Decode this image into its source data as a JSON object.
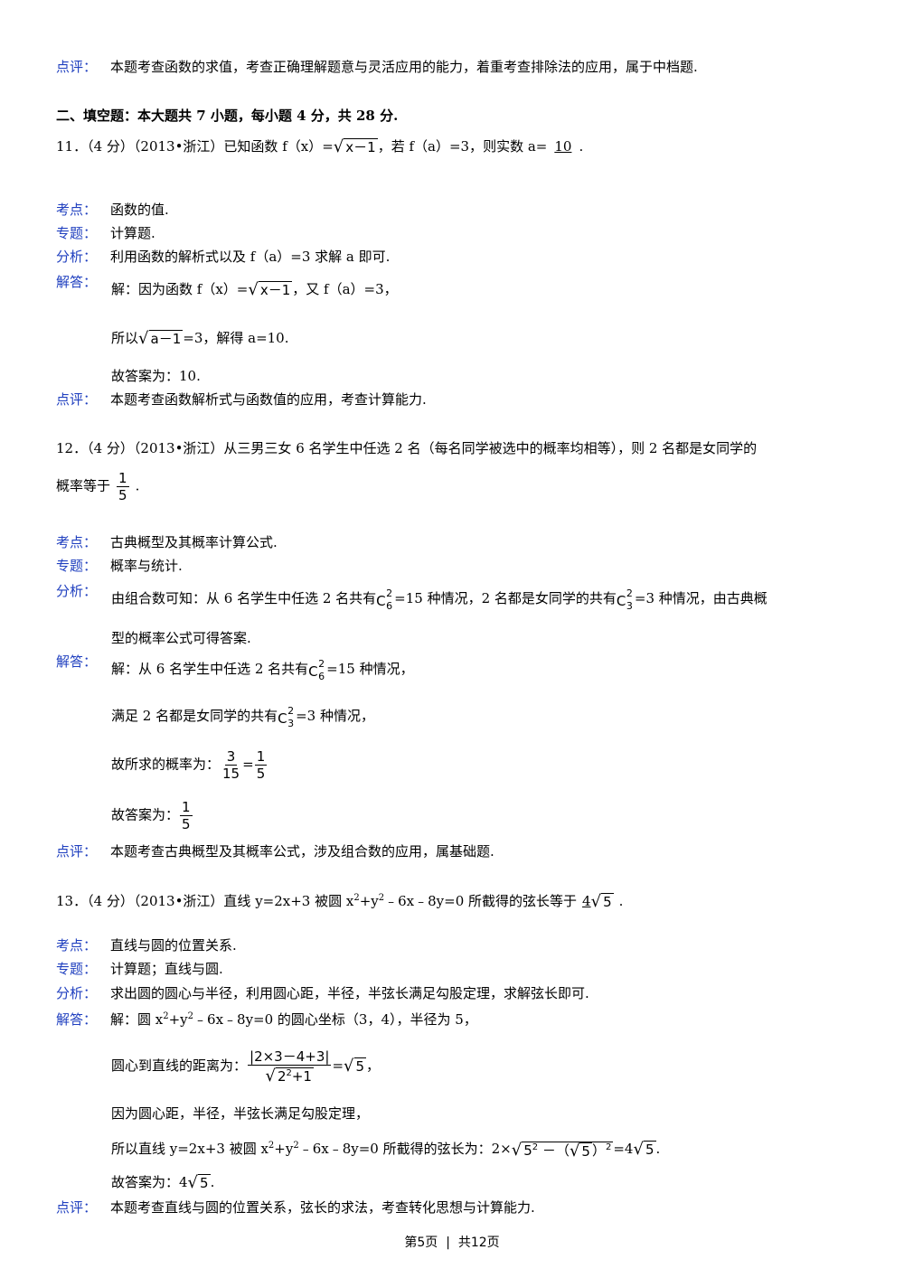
{
  "prev_comment": {
    "label": "点评：",
    "text": "本题考查函数的求值，考查正确理解题意与灵活应用的能力，着重考查排除法的应用，属于中档题."
  },
  "section_title": "二、填空题：本大题共 7 小题，每小题 4 分，共 28 分.",
  "q11": {
    "stem_a": "11．（4 分）（2013•浙江）已知函数 f（x）=",
    "stem_rad": "x－1",
    "stem_b": "，若 f（a）=3，则实数 a=",
    "answer": "10",
    "stem_end": ".",
    "labels": {
      "kaodian": "考点：",
      "zhuanti": "专题：",
      "fenxi": "分析：",
      "jieda": "解答：",
      "dianping": "点评："
    },
    "kaodian": "函数的值.",
    "zhuanti": "计算题.",
    "fenxi": "利用函数的解析式以及 f（a）=3 求解 a 即可.",
    "sol1_a": "解：因为函数 f（x）=",
    "sol1_rad": "x－1",
    "sol1_b": "，又 f（a）=3，",
    "sol2_a": "所以",
    "sol2_rad": "a－1",
    "sol2_b": "=3，解得 a=10.",
    "sol3": "故答案为：10.",
    "dianping": "本题考查函数解析式与函数值的应用，考查计算能力."
  },
  "q12": {
    "stem_line1": "12．（4 分）（2013•浙江）从三男三女 6 名学生中任选 2 名（每名同学被选中的概率均相等），则 2 名都是女同学的",
    "stem_line2": "概率等于",
    "ans_num": "1",
    "ans_den": "5",
    "stem_end": ".",
    "labels": {
      "kaodian": "考点：",
      "zhuanti": "专题：",
      "fenxi": "分析：",
      "jieda": "解答：",
      "dianping": "点评："
    },
    "kaodian": "古典概型及其概率计算公式.",
    "zhuanti": "概率与统计.",
    "fenxi1_a": "由组合数可知：从 6 名学生中任选 2 名共有",
    "fenxi1_b": "=15 种情况，2 名都是女同学的共有",
    "fenxi1_c": "=3 种情况，由古典概",
    "fenxi2": "型的概率公式可得答案.",
    "sol1_a": "解：从 6 名学生中任选 2 名共有",
    "sol1_b": "=15 种情况，",
    "sol2_a": "满足 2 名都是女同学的共有",
    "sol2_b": "=3 种情况，",
    "sol3_a": "故所求的概率为：",
    "sol3_n1": "3",
    "sol3_d1": "15",
    "sol3_n2": "1",
    "sol3_d2": "5",
    "sol4_a": "故答案为：",
    "sol4_n": "1",
    "sol4_d": "5",
    "dianping": "本题考查古典概型及其概率公式，涉及组合数的应用，属基础题.",
    "c6_sup": "2",
    "c6_sub": "6",
    "c3_sup": "2",
    "c3_sub": "3",
    "c_letter": "C"
  },
  "q13": {
    "stem_a": "13．（4 分）（2013•浙江）直线 y=2x+3 被圆 x",
    "stem_b": "+y",
    "stem_c": "﹣6x﹣8y=0 所截得的弦长等于",
    "answer_coef": "4",
    "answer_rad": "5",
    "stem_end": ".",
    "exp2": "2",
    "labels": {
      "kaodian": "考点：",
      "zhuanti": "专题：",
      "fenxi": "分析：",
      "jieda": "解答：",
      "dianping": "点评："
    },
    "kaodian": "直线与圆的位置关系.",
    "zhuanti": "计算题；直线与圆.",
    "fenxi": "求出圆的圆心与半径，利用圆心距，半径，半弦长满足勾股定理，求解弦长即可.",
    "sol1_a": "解：圆 x",
    "sol1_b": "+y",
    "sol1_c": "﹣6x﹣8y=0 的圆心坐标（3，4），半径为 5，",
    "sol2_a": "圆心到直线的距离为：",
    "sol2_num": "|2×3－4+3|",
    "sol2_den": "2",
    "sol2_den_b": "+1",
    "sol2_eq": "=",
    "sol2_rad": "5",
    "sol2_end": "，",
    "sol3": "因为圆心距，半径，半弦长满足勾股定理，",
    "sol4_a": "所以直线 y=2x+3 被圆 x",
    "sol4_b": "+y",
    "sol4_c": "﹣6x﹣8y=0 所截得的弦长为：2×",
    "sol4_rad_a": "5",
    "sol4_rad_b": "－（",
    "sol4_inner": "5",
    "sol4_rad_c": "）",
    "sol4_eq": "=4",
    "sol4_res": "5",
    "sol4_end": ".",
    "sol5_a": "故答案为：4",
    "sol5_rad": "5",
    "sol5_end": ".",
    "dianping": "本题考查直线与圆的位置关系，弦长的求法，考查转化思想与计算能力."
  },
  "footer": {
    "page_a": "第",
    "page_num": "5",
    "page_b": "页",
    "sep": "|",
    "total_a": "共",
    "total_num": "12",
    "total_b": "页"
  }
}
